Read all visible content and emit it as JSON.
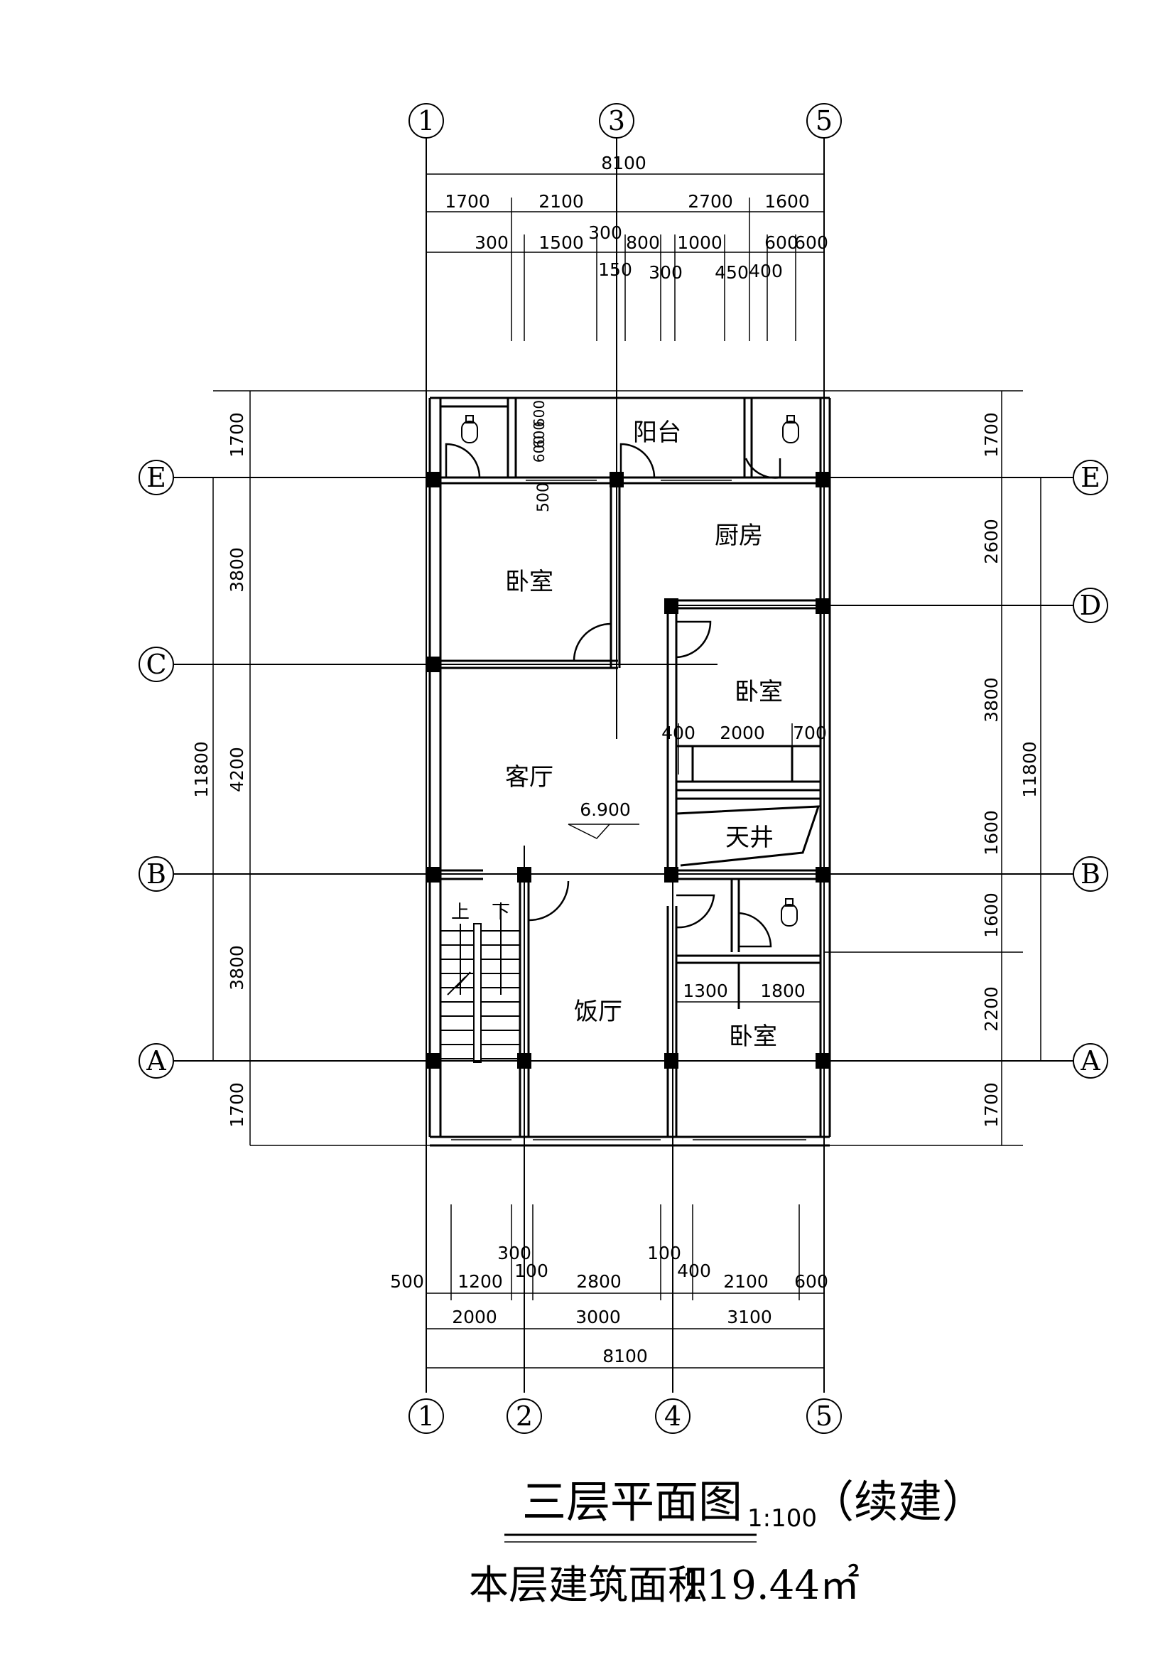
{
  "drawing": {
    "title": "三层平面图",
    "scale": "1:100",
    "suffix": "（续建）",
    "area_prefix": "本层建筑面积",
    "area_value": "119.44㎡"
  },
  "axes": {
    "top": [
      "1",
      "3",
      "5"
    ],
    "bottom": [
      "1",
      "2",
      "4",
      "5"
    ],
    "left": [
      "E",
      "C",
      "B",
      "A"
    ],
    "right": [
      "E",
      "D",
      "B",
      "A"
    ]
  },
  "rooms": {
    "balcony": "阳台",
    "kitchen": "厨房",
    "bedroom_nw": "卧室",
    "bedroom_e": "卧室",
    "bedroom_se": "卧室",
    "living": "客厅",
    "courtyard": "天井",
    "dining": "饭厅",
    "stair_up": "上",
    "stair_down": "下"
  },
  "level_mark": "6.900",
  "dims": {
    "top_total": "8100",
    "top_row1": [
      "1700",
      "2100",
      "2700",
      "1600"
    ],
    "top_row2": [
      "300",
      "1500",
      "300",
      "800",
      "1000",
      "600",
      "600"
    ],
    "top_row3": [
      "150",
      "300",
      "450",
      "400"
    ],
    "balcony_small": [
      "600",
      "600",
      "600",
      "500"
    ],
    "left_outer": "11800",
    "left_segments": [
      "1700",
      "3800",
      "4200",
      "3800",
      "1700"
    ],
    "right_outer": "11800",
    "right_segments": [
      "1700",
      "2600",
      "3800",
      "1600",
      "1600",
      "2200",
      "1700"
    ],
    "inner_e_bedroom": [
      "400",
      "2000",
      "700"
    ],
    "inner_se_bedroom": [
      "1300",
      "1800"
    ],
    "bottom_row1": [
      "500",
      "1200",
      "300",
      "100",
      "2800",
      "100",
      "400",
      "2100",
      "600"
    ],
    "bottom_row2": [
      "2000",
      "3000",
      "3100"
    ],
    "bottom_total": "8100"
  }
}
